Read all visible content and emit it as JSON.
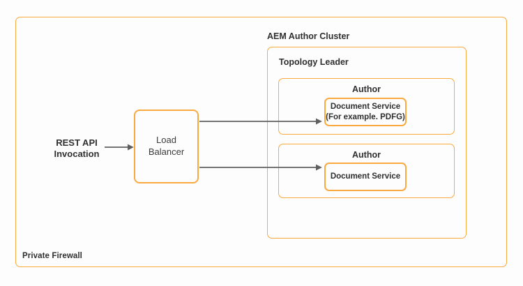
{
  "colors": {
    "border_orange": "#F9A940",
    "arrow_gray": "#5F5F5F",
    "text_dark": "#2F2F2F",
    "background": "#FDFDFD"
  },
  "diagram": {
    "firewall_label": "Private Firewall",
    "rest_api_label": "REST API Invocation",
    "load_balancer_label": "Load Balancer",
    "cluster_label": "AEM Author Cluster",
    "topology_label": "Topology Leader",
    "author1": {
      "title": "Author",
      "service_line1": "Document Service",
      "service_line2": "(For example. PDFG)"
    },
    "author2": {
      "title": "Author",
      "service_label": "Document Service"
    }
  }
}
